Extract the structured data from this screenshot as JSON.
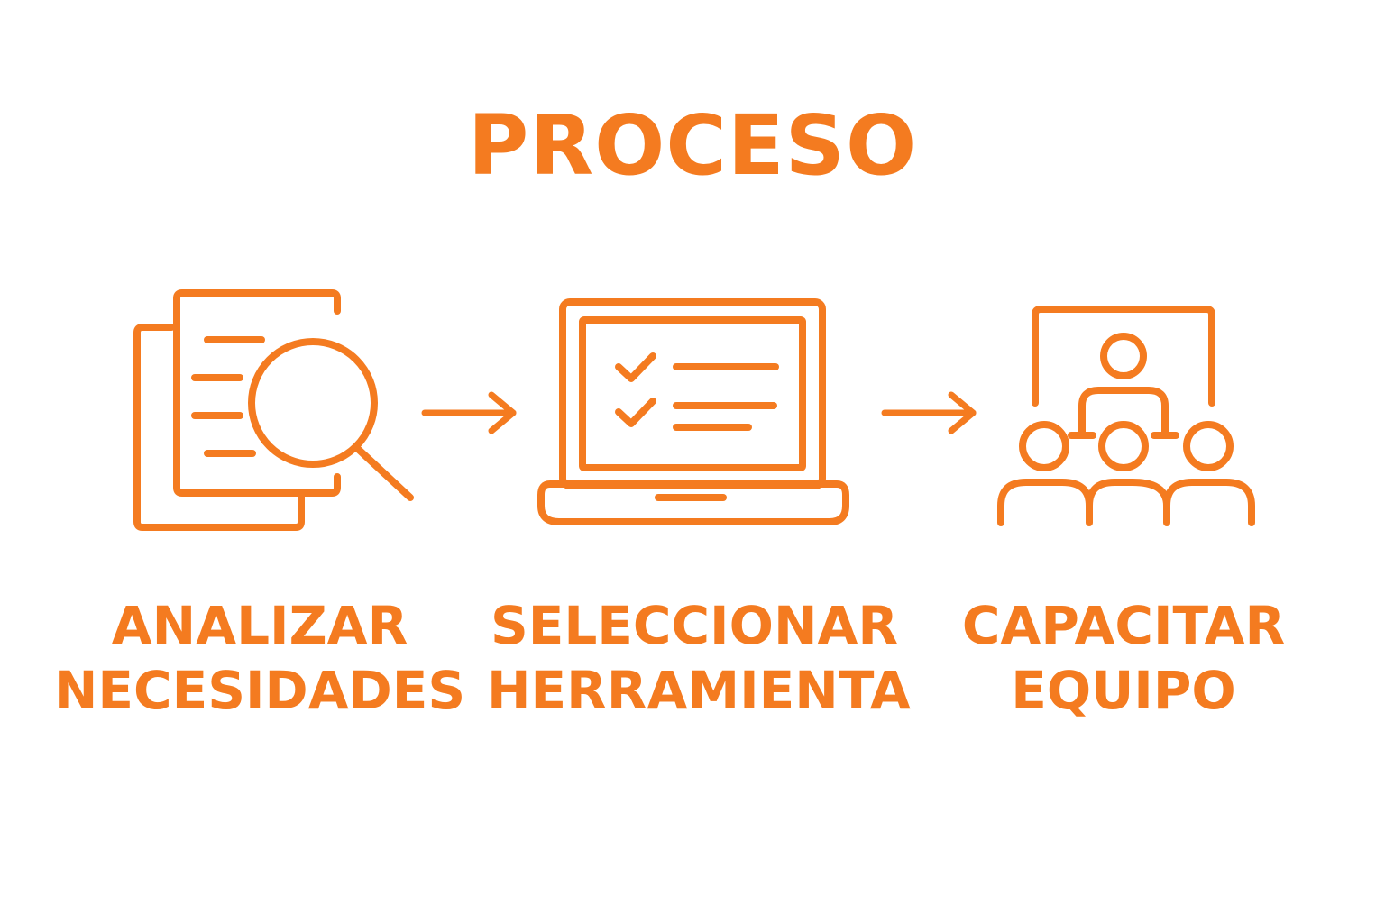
{
  "title": "PROCESO",
  "accent_color": "#f47b20",
  "steps": [
    {
      "icon": "document-search-icon",
      "line1": "ANALIZAR",
      "line2": "NECESIDADES"
    },
    {
      "icon": "laptop-checklist-icon",
      "line1": "SELECCIONAR",
      "line2": "HERRAMIENTA"
    },
    {
      "icon": "team-training-icon",
      "line1": "CAPACITAR",
      "line2": "EQUIPO"
    }
  ],
  "connectors": [
    "arrow-right-icon",
    "arrow-right-icon"
  ]
}
